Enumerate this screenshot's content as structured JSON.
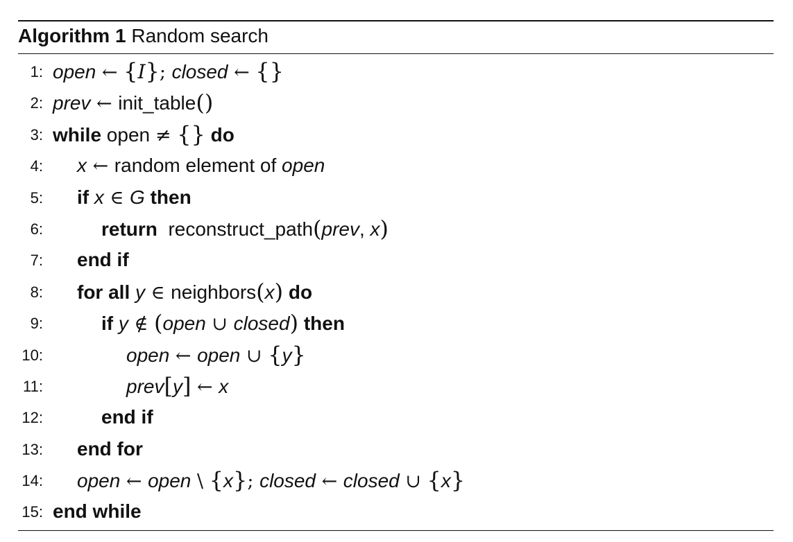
{
  "algorithm": {
    "caption_label": "Algorithm 1",
    "caption_title": "Random search"
  },
  "lines": [
    {
      "n": "1:",
      "indent": 0,
      "tokens": [
        {
          "t": "open",
          "s": "it"
        },
        {
          "t": " ← ",
          "s": "sym"
        },
        {
          "t": "{",
          "s": "big"
        },
        {
          "t": "I",
          "s": "cal"
        },
        {
          "t": "}",
          "s": "big"
        },
        {
          "t": "; ",
          "s": "sym"
        },
        {
          "t": "closed",
          "s": "it"
        },
        {
          "t": " ← ",
          "s": "sym"
        },
        {
          "t": "{}",
          "s": "big"
        }
      ]
    },
    {
      "n": "2:",
      "indent": 0,
      "tokens": [
        {
          "t": "prev",
          "s": "it"
        },
        {
          "t": " ← ",
          "s": "sym"
        },
        {
          "t": "init_table",
          "s": ""
        },
        {
          "t": "()",
          "s": "big"
        }
      ]
    },
    {
      "n": "3:",
      "indent": 0,
      "tokens": [
        {
          "t": "while",
          "s": "kw"
        },
        {
          "t": " open ",
          "s": ""
        },
        {
          "t": "≠ ",
          "s": "sym"
        },
        {
          "t": "{}",
          "s": "big"
        },
        {
          "t": " do",
          "s": "kw"
        }
      ]
    },
    {
      "n": "4:",
      "indent": 1,
      "tokens": [
        {
          "t": "x",
          "s": "it"
        },
        {
          "t": " ← ",
          "s": "sym"
        },
        {
          "t": "random element of ",
          "s": ""
        },
        {
          "t": "open",
          "s": "it"
        }
      ]
    },
    {
      "n": "5:",
      "indent": 1,
      "tokens": [
        {
          "t": "if ",
          "s": "kw"
        },
        {
          "t": "x",
          "s": "it"
        },
        {
          "t": " ∈ ",
          "s": "sym"
        },
        {
          "t": "G",
          "s": "it"
        },
        {
          "t": " then",
          "s": "kw"
        }
      ]
    },
    {
      "n": "6:",
      "indent": 2,
      "tokens": [
        {
          "t": "return",
          "s": "kw"
        },
        {
          "t": "  reconstruct_path",
          "s": ""
        },
        {
          "t": "(",
          "s": "big"
        },
        {
          "t": "prev",
          "s": "it"
        },
        {
          "t": ", ",
          "s": ""
        },
        {
          "t": "x",
          "s": "it"
        },
        {
          "t": ")",
          "s": "big"
        }
      ]
    },
    {
      "n": "7:",
      "indent": 1,
      "tokens": [
        {
          "t": "end if",
          "s": "kw"
        }
      ]
    },
    {
      "n": "8:",
      "indent": 1,
      "tokens": [
        {
          "t": "for all ",
          "s": "kw"
        },
        {
          "t": "y",
          "s": "it"
        },
        {
          "t": " ∈ ",
          "s": "sym"
        },
        {
          "t": "neighbors",
          "s": ""
        },
        {
          "t": "(",
          "s": "big"
        },
        {
          "t": "x",
          "s": "it"
        },
        {
          "t": ")",
          "s": "big"
        },
        {
          "t": " do",
          "s": "kw"
        }
      ]
    },
    {
      "n": "9:",
      "indent": 2,
      "tokens": [
        {
          "t": "if ",
          "s": "kw"
        },
        {
          "t": "y",
          "s": "it"
        },
        {
          "t": " ∉ ",
          "s": "sym"
        },
        {
          "t": "(",
          "s": "big"
        },
        {
          "t": "open",
          "s": "it"
        },
        {
          "t": " ∪ ",
          "s": "sym"
        },
        {
          "t": "closed",
          "s": "it"
        },
        {
          "t": ")",
          "s": "big"
        },
        {
          "t": " then",
          "s": "kw"
        }
      ]
    },
    {
      "n": "10:",
      "indent": 3,
      "tokens": [
        {
          "t": "open",
          "s": "it"
        },
        {
          "t": " ← ",
          "s": "sym"
        },
        {
          "t": "open",
          "s": "it"
        },
        {
          "t": " ∪ ",
          "s": "sym"
        },
        {
          "t": "{",
          "s": "big"
        },
        {
          "t": "y",
          "s": "it"
        },
        {
          "t": "}",
          "s": "big"
        }
      ]
    },
    {
      "n": "11:",
      "indent": 3,
      "tokens": [
        {
          "t": "prev",
          "s": "it"
        },
        {
          "t": "[",
          "s": "big"
        },
        {
          "t": "y",
          "s": "it"
        },
        {
          "t": "]",
          "s": "big"
        },
        {
          "t": " ← ",
          "s": "sym"
        },
        {
          "t": "x",
          "s": "it"
        }
      ]
    },
    {
      "n": "12:",
      "indent": 2,
      "tokens": [
        {
          "t": "end if",
          "s": "kw"
        }
      ]
    },
    {
      "n": "13:",
      "indent": 1,
      "tokens": [
        {
          "t": "end for",
          "s": "kw"
        }
      ]
    },
    {
      "n": "14:",
      "indent": 1,
      "tokens": [
        {
          "t": "open",
          "s": "it"
        },
        {
          "t": " ← ",
          "s": "sym"
        },
        {
          "t": "open",
          "s": "it"
        },
        {
          "t": " \\ ",
          "s": "sym"
        },
        {
          "t": "{",
          "s": "big"
        },
        {
          "t": "x",
          "s": "it"
        },
        {
          "t": "}",
          "s": "big"
        },
        {
          "t": "; ",
          "s": "sym"
        },
        {
          "t": "closed",
          "s": "it"
        },
        {
          "t": " ← ",
          "s": "sym"
        },
        {
          "t": "closed",
          "s": "it"
        },
        {
          "t": " ∪ ",
          "s": "sym"
        },
        {
          "t": "{",
          "s": "big"
        },
        {
          "t": "x",
          "s": "it"
        },
        {
          "t": "}",
          "s": "big"
        }
      ]
    },
    {
      "n": "15:",
      "indent": 0,
      "tokens": [
        {
          "t": "end while",
          "s": "kw"
        }
      ]
    }
  ]
}
